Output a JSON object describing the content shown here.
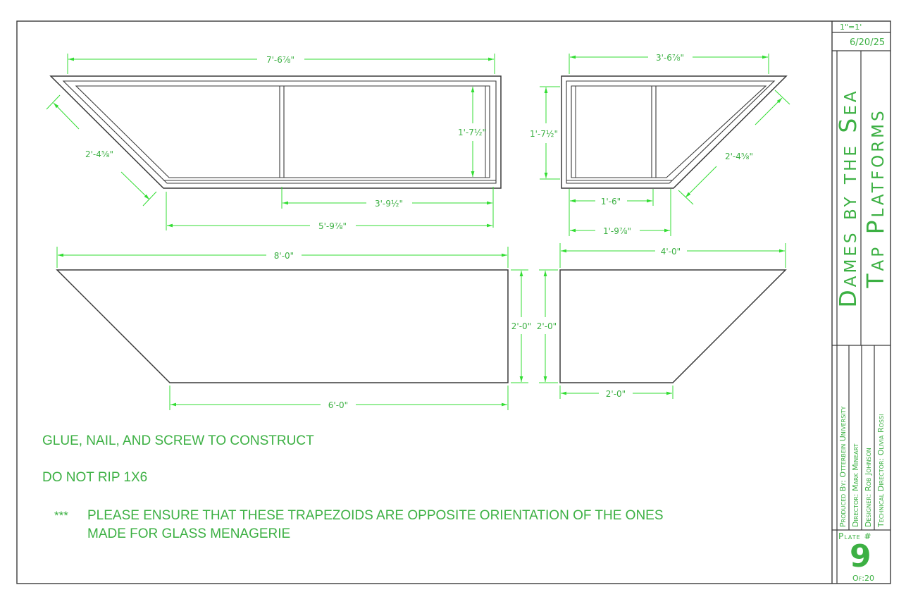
{
  "colors": {
    "ink": "#3a3a3a",
    "dimension": "#33dd33",
    "text": "#3cb043"
  },
  "title_block": {
    "scale": "1\"=1'",
    "date": "6/20/25",
    "show_title": "Dames by the Sea",
    "drawing_title": "Tap Platforms",
    "produced_by": "Produced By: Otterbein University",
    "director": "Director: Mark Mineart",
    "designer": "Designer: Rob Johnson",
    "technical_director": "Technical Director: Olivia Rossi",
    "plate_label": "Plate #",
    "plate_number": "9",
    "plate_of": "Of:20"
  },
  "dimensions": {
    "large_frame_top": "7'-6⅞\"",
    "large_frame_height": "1'-7½\"",
    "large_frame_slant": "2'-4⅝\"",
    "large_frame_inner_bay": "3'-9½\"",
    "large_frame_bottom": "5'-9⅞\"",
    "small_frame_top": "3'-6⅞\"",
    "small_frame_height": "1'-7½\"",
    "small_frame_slant": "2'-4⅝\"",
    "small_frame_inner_bay": "1'-6\"",
    "small_frame_bottom": "1'-9⅞\"",
    "large_top_top": "8'-0\"",
    "large_top_height": "2'-0\"",
    "large_top_bottom": "6'-0\"",
    "small_top_top": "4'-0\"",
    "small_top_height": "2'-0\"",
    "small_top_bottom": "2'-0\""
  },
  "notes": {
    "line1": "GLUE, NAIL, AND SCREW TO CONSTRUCT",
    "line2": "DO NOT RIP 1X6",
    "asterisks": "***",
    "line3a": "PLEASE ENSURE THAT THESE TRAPEZOIDS ARE OPPOSITE ORIENTATION OF THE ONES",
    "line3b": "MADE FOR GLASS MENAGERIE"
  }
}
